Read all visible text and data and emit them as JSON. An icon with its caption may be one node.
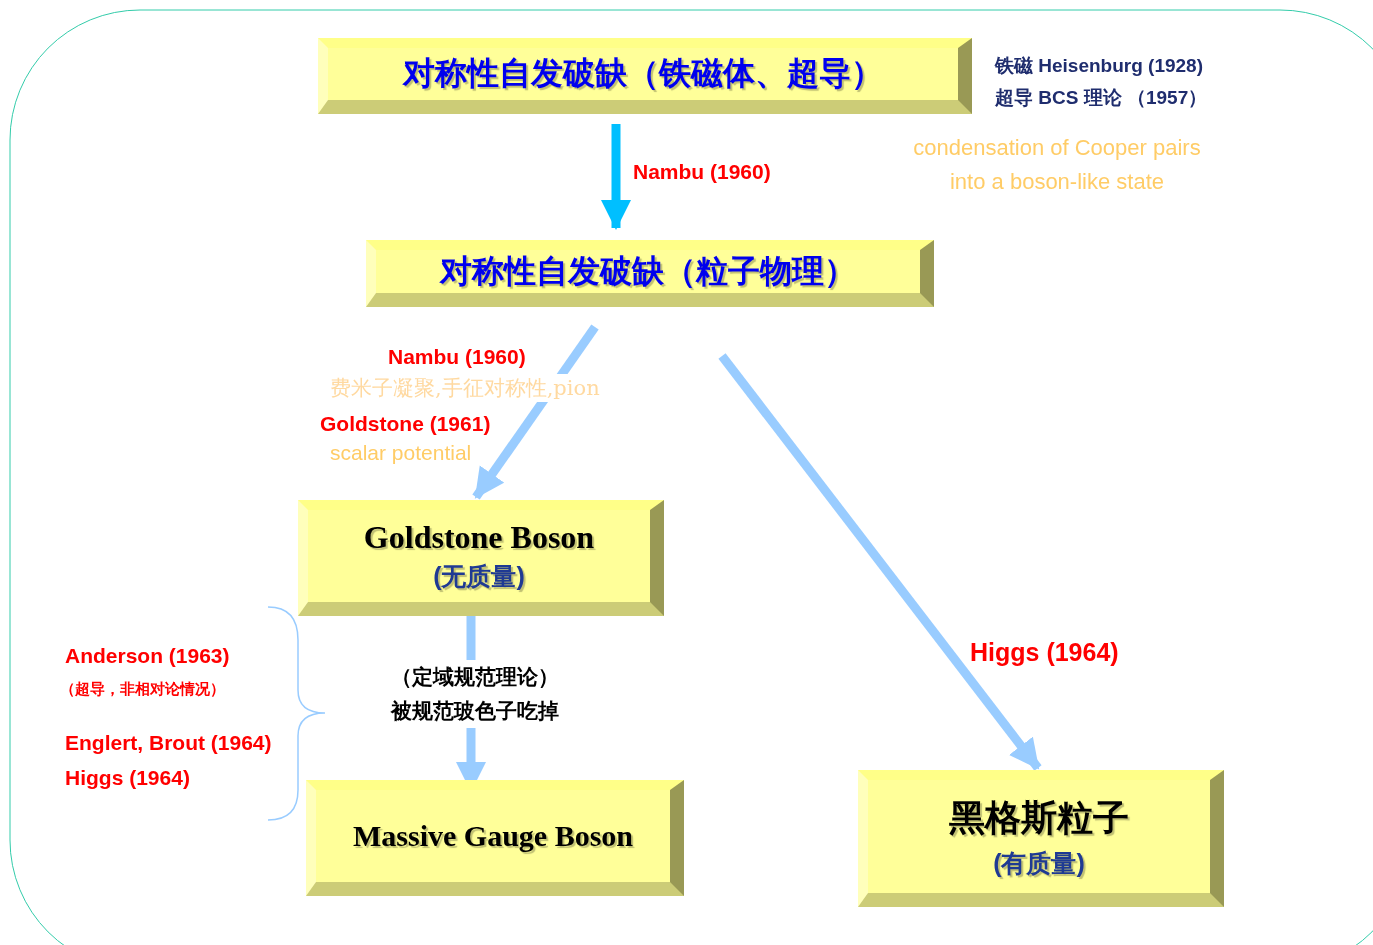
{
  "diagram": {
    "nodes": [
      {
        "text": [
          "对称性自发破缺（铁磁体、超导）"
        ],
        "beside": [
          "铁磁 Heisenburg (1928)",
          "超导 BCS 理论 （1957）"
        ]
      },
      {
        "text": [
          "对称性自发破缺（粒子物理）"
        ]
      },
      {
        "text": [
          "Goldstone Boson",
          "(无质量)"
        ]
      },
      {
        "text": [
          "Massive Gauge Boson"
        ]
      },
      {
        "text": [
          "黑格斯粒子",
          "(有质量)"
        ]
      }
    ],
    "edges": [
      {
        "from": 0,
        "to": 1,
        "arrow": "to",
        "label": "Nambu (1960)",
        "color": "#00bfff"
      },
      {
        "from": 1,
        "to": 2,
        "arrow": "to"
      },
      {
        "from": 2,
        "to": 3,
        "arrow": "to",
        "label": "（定域规范理论）被规范玻色子吃掉"
      },
      {
        "from": 1,
        "to": 4,
        "arrow": "to",
        "label": "Higgs (1964)"
      }
    ],
    "labels": [
      "condensation of Cooper pairs into a boson-like state",
      "Nambu (1960)",
      "费米子凝聚,手征对称性,pion",
      "Goldstone (1961)",
      "scalar potential",
      "Anderson (1963)",
      "（超导，非相对论情况）",
      "Englert, Brout (1964)",
      "Higgs (1964)"
    ]
  }
}
